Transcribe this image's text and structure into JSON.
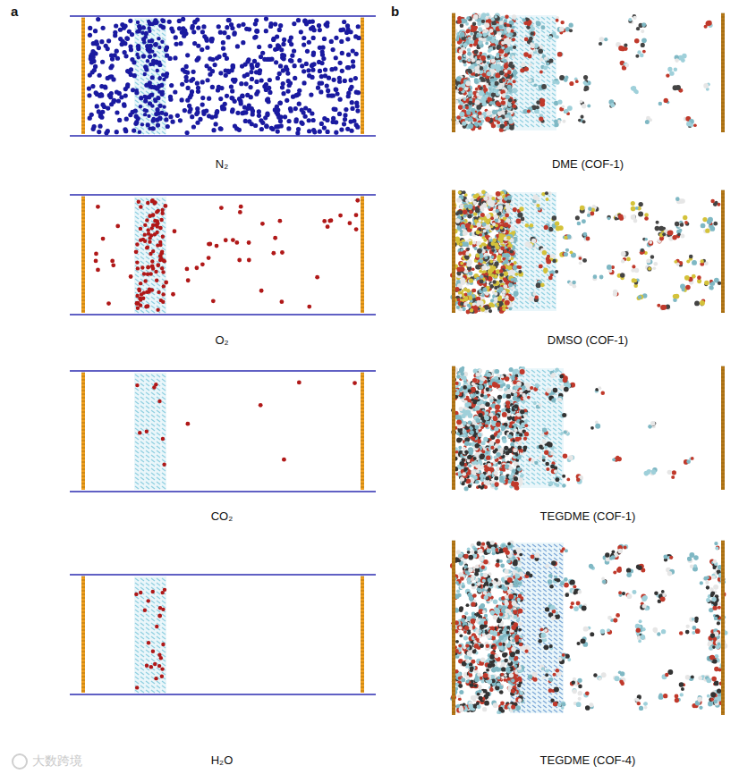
{
  "diagram": {
    "labels": [
      "a",
      "b",
      "N₂",
      "DME (COF-1)",
      "O₂",
      "DMSO (COF-1)",
      "CO₂",
      "TEGDME (COF-1)",
      "H₂O",
      "TEGDME (COF-4)",
      "大数跨境"
    ]
  }
}
